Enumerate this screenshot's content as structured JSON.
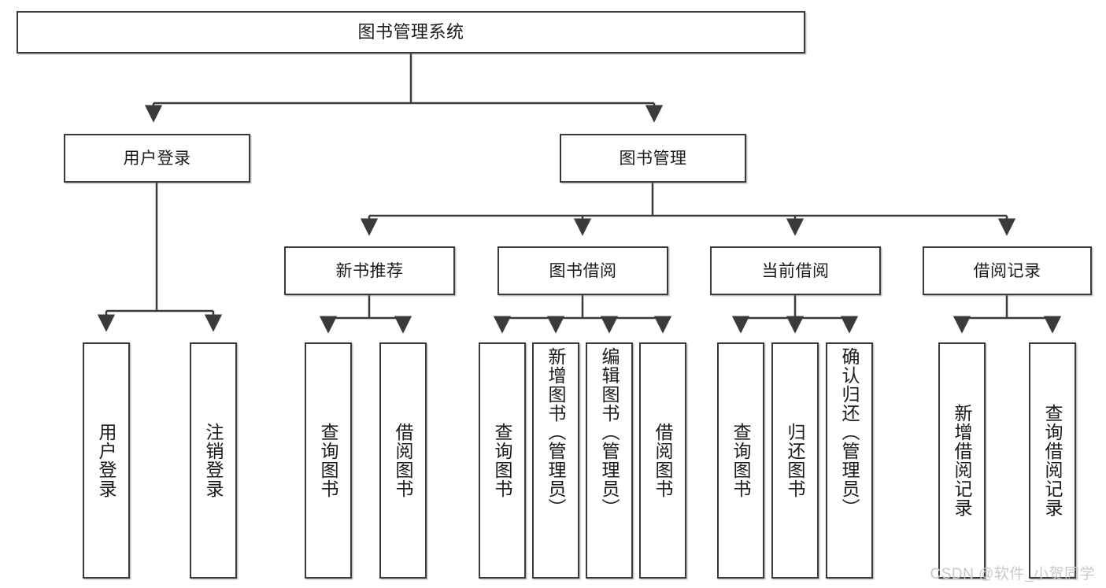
{
  "diagram": {
    "type": "tree",
    "title": "图书管理系统",
    "root": {
      "label": "图书管理系统"
    },
    "level2": [
      {
        "label": "用户登录"
      },
      {
        "label": "图书管理"
      }
    ],
    "level3": [
      {
        "label": "新书推荐"
      },
      {
        "label": "图书借阅"
      },
      {
        "label": "当前借阅"
      },
      {
        "label": "借阅记录"
      }
    ],
    "leaves": {
      "user_login": [
        {
          "label": "用户登录"
        },
        {
          "label": "注销登录"
        }
      ],
      "new_book": [
        {
          "label": "查询图书"
        },
        {
          "label": "借阅图书"
        }
      ],
      "book_borrow": [
        {
          "label": "查询图书"
        },
        {
          "label": "新增图书（管理员）"
        },
        {
          "label": "编辑图书（管理员）"
        },
        {
          "label": "借阅图书"
        }
      ],
      "current_borrow": [
        {
          "label": "查询图书"
        },
        {
          "label": "归还图书"
        },
        {
          "label": "确认归还（管理员）"
        }
      ],
      "borrow_record": [
        {
          "label": "新增借阅记录"
        },
        {
          "label": "查询借阅记录"
        }
      ]
    }
  },
  "watermark": {
    "text": "CSDN @软件_小贺同学"
  },
  "colors": {
    "stroke": "#3a3a3a",
    "text": "#1b1b1b",
    "background": "#ffffff",
    "watermark": "#c9c9c9"
  }
}
